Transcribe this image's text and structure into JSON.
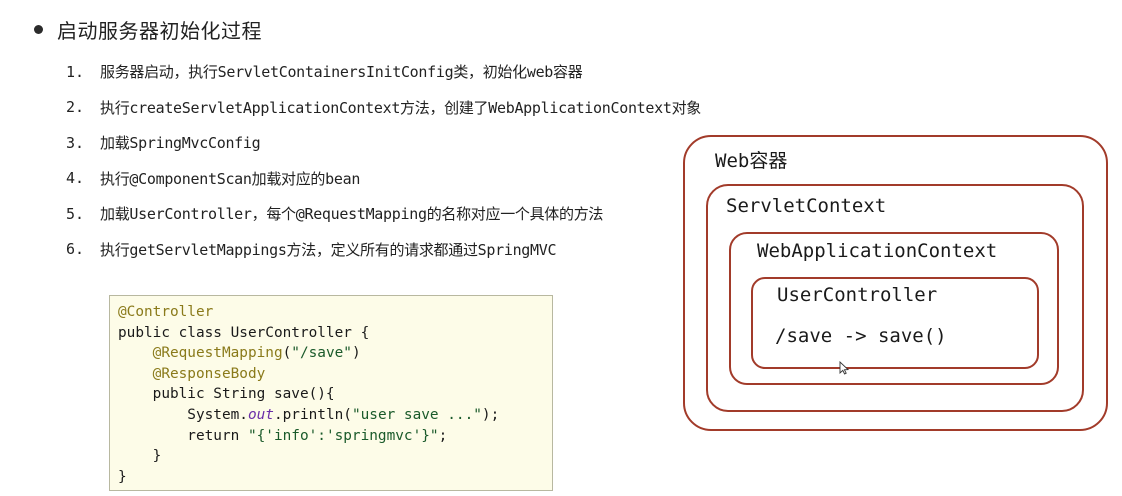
{
  "heading": "启动服务器初始化过程",
  "steps": [
    {
      "num": "1.",
      "text": "服务器启动，执行ServletContainersInitConfig类，初始化web容器"
    },
    {
      "num": "2.",
      "text": "执行createServletApplicationContext方法，创建了WebApplicationContext对象"
    },
    {
      "num": "3.",
      "text": "加载SpringMvcConfig"
    },
    {
      "num": "4.",
      "text": "执行@ComponentScan加载对应的bean"
    },
    {
      "num": "5.",
      "text": "加载UserController，每个@RequestMapping的名称对应一个具体的方法"
    },
    {
      "num": "6.",
      "text": "执行getServletMappings方法，定义所有的请求都通过SpringMVC"
    }
  ],
  "code": {
    "line1_ann": "@Controller",
    "line2": "public class UserController {",
    "line3_indent": "    ",
    "line3_ann": "@RequestMapping",
    "line3_open": "(",
    "line3_str": "\"/save\"",
    "line3_close": ")",
    "line4_indent": "    ",
    "line4_ann": "@ResponseBody",
    "line5": "    public String save(){",
    "line6_pre": "        System.",
    "line6_field": "out",
    "line6_mid": ".println(",
    "line6_str": "\"user save ...\"",
    "line6_end": ");",
    "line7_pre": "        return ",
    "line7_str": "\"{'info':'springmvc'}\"",
    "line7_end": ";",
    "line8": "    }",
    "line9": "}"
  },
  "diagram": {
    "web_container": "Web容器",
    "servlet_context": "ServletContext",
    "web_app_context": "WebApplicationContext",
    "user_controller": "UserController",
    "mapping": "/save -> save()"
  },
  "colors": {
    "box_border": "#a23b2a",
    "code_bg": "#fdfce8",
    "annotation": "#8a7a1a",
    "string": "#1a5a2a",
    "field": "#6a2ea8"
  }
}
